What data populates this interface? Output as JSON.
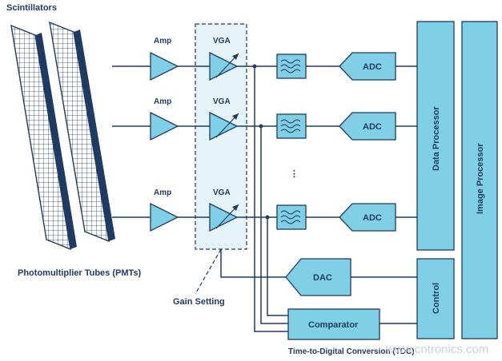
{
  "labels": {
    "scintillators": "Scintillators",
    "pmts": "Photomultiplier Tubes (PMTs)",
    "amp": "Amp",
    "vga": "VGA",
    "adc": "ADC",
    "dac": "DAC",
    "comparator": "Comparator",
    "gain_setting": "Gain Setting",
    "tdc": "Time-to-Digital Conversion (TDC)",
    "data_processor": "Data Processor",
    "image_processor": "Image Processor",
    "control": "Control",
    "ellipsis": "⋮",
    "watermark": "www.cntronics.com"
  },
  "channels": [
    {
      "amp_label": "Amp",
      "vga_label": "VGA",
      "adc_label": "ADC"
    },
    {
      "amp_label": "Amp",
      "vga_label": "VGA",
      "adc_label": "ADC"
    },
    {
      "amp_label": "Amp",
      "vga_label": "VGA",
      "adc_label": "ADC"
    }
  ],
  "colors": {
    "block_fill": "#7fd0e6",
    "block_stroke": "#1f3b63",
    "line": "#1f3b63",
    "text": "#1f3b63",
    "gain_box_fill": "#e4f4f8"
  }
}
